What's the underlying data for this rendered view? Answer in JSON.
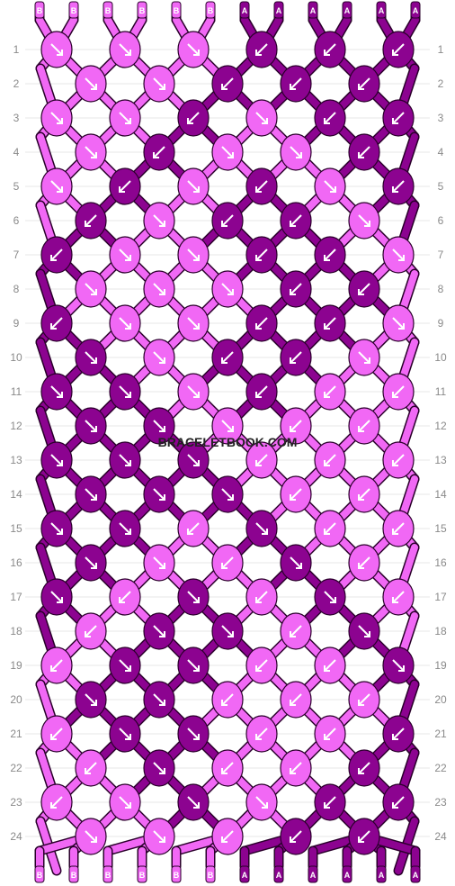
{
  "watermark": "BRACELETBOOK.COM",
  "colors": {
    "B": "#f168f5",
    "A": "#8c0390",
    "outline": "#2a002b",
    "grid": "#cfcfcf",
    "arrow": "#ffffff"
  },
  "top_strands": [
    "B",
    "B",
    "B",
    "B",
    "B",
    "B",
    "A",
    "A",
    "A",
    "A",
    "A",
    "A"
  ],
  "bottom_strands": [
    "B",
    "B",
    "B",
    "B",
    "B",
    "B",
    "A",
    "A",
    "A",
    "A",
    "A",
    "A"
  ],
  "row_labels": [
    "1",
    "2",
    "3",
    "4",
    "5",
    "6",
    "7",
    "8",
    "9",
    "10",
    "11",
    "12",
    "13",
    "14",
    "15",
    "16",
    "17",
    "18",
    "19",
    "20",
    "21",
    "22",
    "23",
    "24"
  ],
  "knots": [
    [
      "B:f",
      "B:f",
      "B:f",
      "A:b",
      "A:b",
      "A:b"
    ],
    [
      "B:f",
      "B:f",
      "A:b",
      "A:b",
      "A:b"
    ],
    [
      "B:f",
      "B:f",
      "A:b",
      "B:f",
      "A:b",
      "A:b"
    ],
    [
      "B:f",
      "A:b",
      "B:f",
      "B:f",
      "A:b"
    ],
    [
      "B:f",
      "A:b",
      "B:f",
      "A:b",
      "B:f",
      "A:b"
    ],
    [
      "A:b",
      "B:f",
      "A:b",
      "A:b",
      "B:f"
    ],
    [
      "A:b",
      "B:f",
      "B:f",
      "A:b",
      "A:b",
      "B:f"
    ],
    [
      "B:f",
      "B:f",
      "B:f",
      "A:b",
      "A:b"
    ],
    [
      "A:b",
      "B:f",
      "B:f",
      "A:b",
      "A:b",
      "B:f"
    ],
    [
      "A:f",
      "B:f",
      "A:b",
      "A:b",
      "B:f"
    ],
    [
      "A:f",
      "A:f",
      "B:f",
      "A:b",
      "B:b",
      "B:b"
    ],
    [
      "A:f",
      "A:f",
      "B:f",
      "B:b",
      "B:b"
    ],
    [
      "A:f",
      "A:f",
      "A:f",
      "B:b",
      "B:b",
      "B:b"
    ],
    [
      "A:f",
      "A:f",
      "A:f",
      "B:b",
      "B:b"
    ],
    [
      "A:f",
      "A:f",
      "B:b",
      "A:f",
      "B:b",
      "B:b"
    ],
    [
      "A:f",
      "B:f",
      "B:b",
      "A:f",
      "B:b"
    ],
    [
      "A:f",
      "B:b",
      "A:f",
      "B:b",
      "A:f",
      "B:b"
    ],
    [
      "B:b",
      "A:f",
      "A:f",
      "B:b",
      "A:f"
    ],
    [
      "B:b",
      "A:f",
      "A:f",
      "B:b",
      "B:b",
      "A:f"
    ],
    [
      "A:f",
      "A:f",
      "B:b",
      "B:b",
      "B:b"
    ],
    [
      "B:b",
      "A:f",
      "A:f",
      "B:b",
      "B:b",
      "A:b"
    ],
    [
      "B:b",
      "A:f",
      "B:b",
      "B:b",
      "A:b"
    ],
    [
      "B:b",
      "B:f",
      "A:f",
      "B:f",
      "A:b",
      "A:b"
    ],
    [
      "B:f",
      "B:f",
      "B:b",
      "A:b",
      "A:b"
    ]
  ]
}
